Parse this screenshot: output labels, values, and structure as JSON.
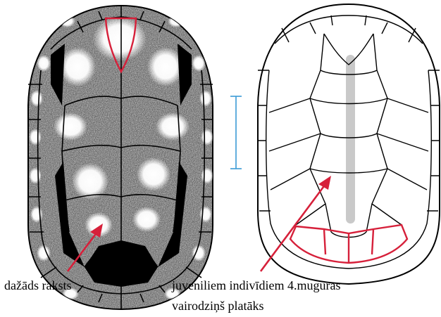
{
  "labels": {
    "left": "dažāds raksts",
    "right_line1": "juveniliem indivīdiem 4.muguras",
    "right_line2": "vairodziņš platāks"
  },
  "colors": {
    "outline": "#000000",
    "highlight": "#d6203a",
    "scale_bar": "#3a9ad6",
    "stripe": "#c9c9c9",
    "mottle_base": "#bdbdbd"
  }
}
